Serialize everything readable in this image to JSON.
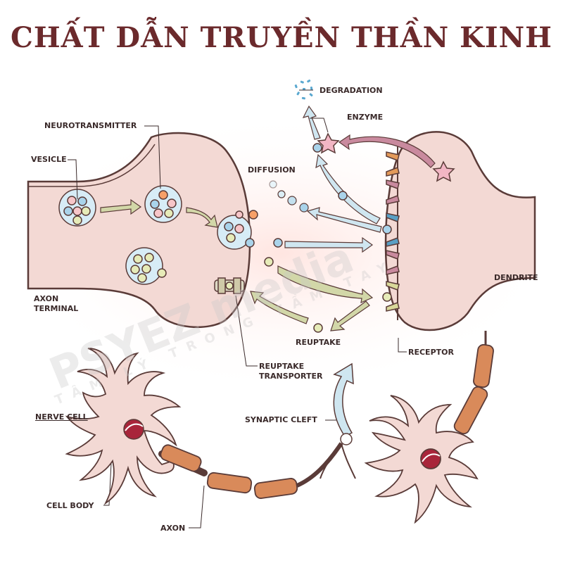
{
  "title": "CHẤT DẪN TRUYỀN THẦN KINH",
  "labels": {
    "neurotransmitter": "NEUROTRANSMITTER",
    "vesicle": "VESICLE",
    "diffusion": "DIFFUSION",
    "degradation": "DEGRADATION",
    "enzyme": "ENZYME",
    "axon_terminal_1": "AXON",
    "axon_terminal_2": "TERMINAL",
    "dendrite": "DENDRITE",
    "reuptake": "REUPTAKE",
    "receptor": "RECEPTOR",
    "reuptake_transporter_1": "REUPTAKE",
    "reuptake_transporter_2": "TRANSPORTER",
    "nerve_cell": "NERVE CELL",
    "synaptic_cleft": "SYNAPTIC CLEFT",
    "cell_body": "CELL BODY",
    "axon": "AXON"
  },
  "watermark": {
    "brand": "PSYEZ media",
    "tagline": "TÂM LÝ TRONG TẦM TAY"
  },
  "colors": {
    "title": "#6b2a2c",
    "membrane_fill": "#f3d9d4",
    "outline": "#5a3b38",
    "arrow_blue": "#cfe6f0",
    "arrow_green": "#d2d7a8",
    "myelin": "#d98a5a"
  }
}
